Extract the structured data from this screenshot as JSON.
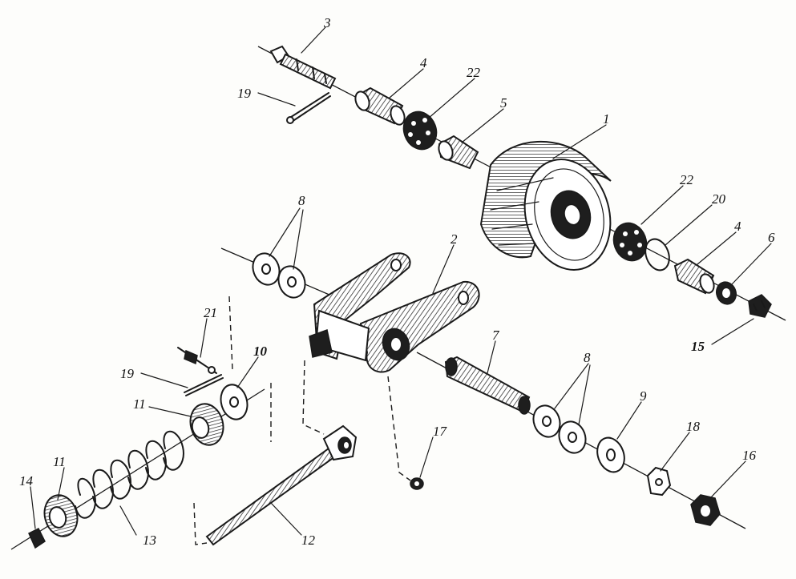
{
  "labels": {
    "n1": "1",
    "n2": "2",
    "n3": "3",
    "n4a": "4",
    "n4b": "4",
    "n5": "5",
    "n6": "6",
    "n7": "7",
    "n8a": "8",
    "n8b": "8",
    "n9": "9",
    "n10": "10",
    "n11a": "11",
    "n11b": "11",
    "n12": "12",
    "n13": "13",
    "n14": "14",
    "n15": "15",
    "n16": "16",
    "n17": "17",
    "n18": "18",
    "n19a": "19",
    "n19b": "19",
    "n20": "20",
    "n21": "21",
    "n22a": "22",
    "n22b": "22"
  },
  "colors": {
    "ink": "#1a1a1a",
    "paper": "#fdfdfb"
  }
}
